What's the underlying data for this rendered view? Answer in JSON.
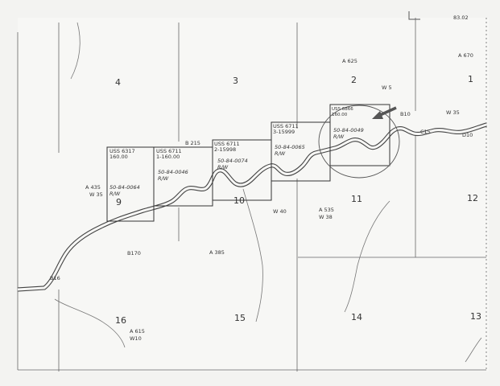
{
  "map": {
    "corner_label": "83.02",
    "section_numbers": {
      "s1": "1",
      "s2": "2",
      "s3": "3",
      "s4": "4",
      "s9": "9",
      "s10": "10",
      "s11": "11",
      "s12": "12",
      "s13": "13",
      "s14": "14",
      "s15": "15",
      "s16": "16"
    },
    "codes": {
      "a625": "A 625",
      "a670": "A 670",
      "w5": "W 5",
      "w35_right": "W 35",
      "b10": "B10",
      "c15": "C15",
      "d10": "D10",
      "b215": "B 215",
      "a435": "A 435",
      "w35_left": "W 35",
      "b170": "B170",
      "a385": "A 385",
      "w40": "W 40",
      "a535": "A 535",
      "w38": "W 38",
      "b16": "B16",
      "a615": "A 615",
      "w10": "W10"
    },
    "parcels": [
      {
        "survey": "USS 6317",
        "acres": "160.00",
        "case": "50-84-0064",
        "rw": "R/W"
      },
      {
        "survey": "USS 6711",
        "acres": "1-160.00",
        "case": "50-84-0046",
        "rw": "R/W"
      },
      {
        "survey": "USS 6711",
        "acres": "2-15998",
        "case": "50-84-0074",
        "rw": "R/W"
      },
      {
        "survey": "USS 6711",
        "acres": "3-15999",
        "case": "50-84-0065",
        "rw": "R/W"
      },
      {
        "survey": "USS 6866",
        "acres": "160.00",
        "case": "50-84-0049",
        "rw": "R/W"
      }
    ]
  }
}
